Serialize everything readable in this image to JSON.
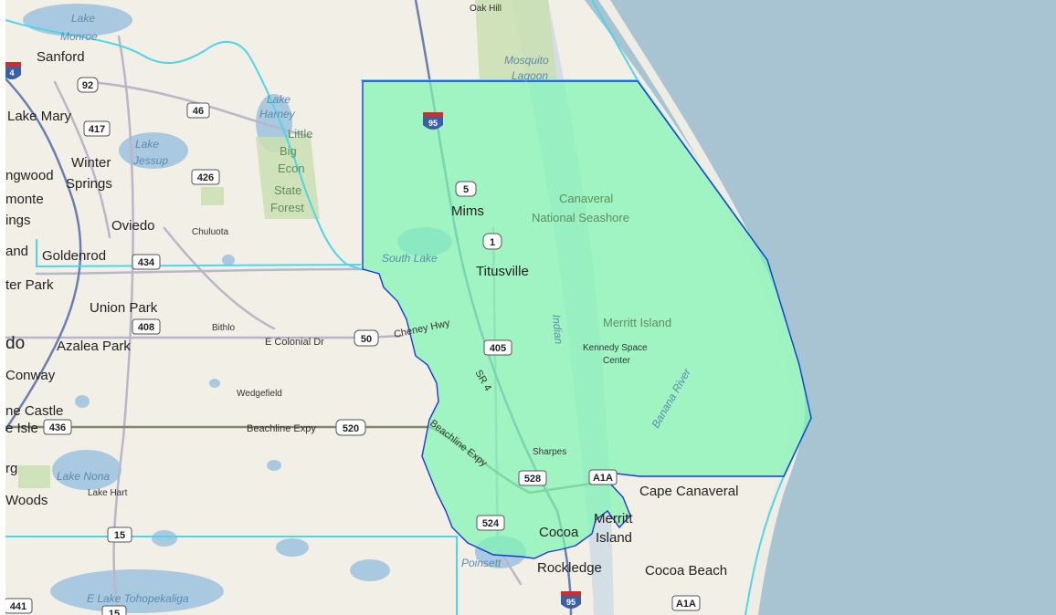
{
  "map": {
    "colors": {
      "land": "#f2efe7",
      "ocean": "#a8c4d3",
      "lake": "#a9c9e0",
      "park": "#c9dfb0",
      "county_line": "#4fd5e8",
      "district_fill": "#7ff5b4",
      "district_border": "#1b39d6",
      "interstate": "#3b5fa6",
      "road": "#b9b6c8"
    },
    "places": [
      {
        "name": "Sanford",
        "key": "sanford"
      },
      {
        "name": "Lake Mary",
        "key": "lake-mary"
      },
      {
        "name": "Winter",
        "key": "winter"
      },
      {
        "name": "Springs",
        "key": "springs"
      },
      {
        "name": "ngwood",
        "key": "longwood"
      },
      {
        "name": "monte",
        "key": "altamonte"
      },
      {
        "name": "ings",
        "key": "ings"
      },
      {
        "name": "Oviedo",
        "key": "oviedo"
      },
      {
        "name": "and",
        "key": "and"
      },
      {
        "name": "Goldenrod",
        "key": "goldenrod"
      },
      {
        "name": "ter Park",
        "key": "winter-park"
      },
      {
        "name": "Union Park",
        "key": "union-park"
      },
      {
        "name": "do",
        "key": "orlando"
      },
      {
        "name": "Azalea Park",
        "key": "azalea-park"
      },
      {
        "name": "Conway",
        "key": "conway"
      },
      {
        "name": "ne Castle",
        "key": "pine-castle"
      },
      {
        "name": "e Isle",
        "key": "belle-isle"
      },
      {
        "name": "rg",
        "key": "rg"
      },
      {
        "name": "Woods",
        "key": "woods"
      },
      {
        "name": "Mims",
        "key": "mims"
      },
      {
        "name": "Titusville",
        "key": "titusville"
      },
      {
        "name": "Cape Canaveral",
        "key": "cape-canaveral"
      },
      {
        "name": "Merritt",
        "key": "merritt"
      },
      {
        "name": "Island",
        "key": "island"
      },
      {
        "name": "Cocoa",
        "key": "cocoa"
      },
      {
        "name": "Rockledge",
        "key": "rockledge"
      },
      {
        "name": "Cocoa Beach",
        "key": "cocoa-beach"
      },
      {
        "name": "Oak Hill",
        "key": "oak-hill"
      }
    ],
    "small_places": [
      {
        "name": "Chuluota",
        "key": "chuluota"
      },
      {
        "name": "Bithlo",
        "key": "bithlo"
      },
      {
        "name": "Wedgefield",
        "key": "wedgefield"
      },
      {
        "name": "Lake Hart",
        "key": "lake-hart"
      },
      {
        "name": "Sharpes",
        "key": "sharpes"
      },
      {
        "name": "Kennedy Space",
        "key": "kennedy-space"
      },
      {
        "name": "Center",
        "key": "center"
      }
    ],
    "water_labels": [
      {
        "name": "Lake",
        "key": "lake-monroe-1"
      },
      {
        "name": "Monroe",
        "key": "lake-monroe-2"
      },
      {
        "name": "Mosquito",
        "key": "mosquito-1"
      },
      {
        "name": "Lagoon",
        "key": "mosquito-2"
      },
      {
        "name": "Lake",
        "key": "lake-harney-1"
      },
      {
        "name": "Harney",
        "key": "lake-harney-2"
      },
      {
        "name": "Lake",
        "key": "lake-jessup-1"
      },
      {
        "name": "Jessup",
        "key": "lake-jessup-2"
      },
      {
        "name": "South Lake",
        "key": "south-lake"
      },
      {
        "name": "Lake Nona",
        "key": "lake-nona"
      },
      {
        "name": "E Lake Tohopekaliga",
        "key": "lake-toho"
      },
      {
        "name": "Poinsett",
        "key": "poinsett"
      },
      {
        "name": "Banana River",
        "key": "banana-river"
      },
      {
        "name": "Indian",
        "key": "indian-river"
      }
    ],
    "park_labels": [
      {
        "name": "Little",
        "key": "lbe-1"
      },
      {
        "name": "Big",
        "key": "lbe-2"
      },
      {
        "name": "Econ",
        "key": "lbe-3"
      },
      {
        "name": "State",
        "key": "lbe-4"
      },
      {
        "name": "Forest",
        "key": "lbe-5"
      },
      {
        "name": "Canaveral",
        "key": "cns-1"
      },
      {
        "name": "National Seashore",
        "key": "cns-2"
      },
      {
        "name": "Merritt Island",
        "key": "mi-nwr"
      }
    ],
    "road_labels": [
      {
        "name": "E Colonial Dr",
        "key": "e-colonial"
      },
      {
        "name": "Beachline Expy",
        "key": "beachline"
      },
      {
        "name": "Beachline Expy",
        "key": "beachline-2"
      },
      {
        "name": "Cheney Hwy",
        "key": "cheney"
      },
      {
        "name": "SR 4",
        "key": "sr4"
      }
    ],
    "shields": [
      {
        "label": "92",
        "key": "92"
      },
      {
        "label": "417",
        "key": "417"
      },
      {
        "label": "46",
        "key": "46"
      },
      {
        "label": "426",
        "key": "426"
      },
      {
        "label": "434",
        "key": "434"
      },
      {
        "label": "408",
        "key": "408"
      },
      {
        "label": "50",
        "key": "50"
      },
      {
        "label": "520",
        "key": "520"
      },
      {
        "label": "436",
        "key": "436"
      },
      {
        "label": "15",
        "key": "15"
      },
      {
        "label": "15",
        "key": "15b"
      },
      {
        "label": "441",
        "key": "441"
      },
      {
        "label": "5",
        "key": "5"
      },
      {
        "label": "1",
        "key": "1"
      },
      {
        "label": "405",
        "key": "405"
      },
      {
        "label": "528",
        "key": "528"
      },
      {
        "label": "A1A",
        "key": "a1a"
      },
      {
        "label": "A1A",
        "key": "a1a-2"
      },
      {
        "label": "524",
        "key": "524"
      }
    ],
    "interstates": [
      {
        "label": "4",
        "key": "i4"
      },
      {
        "label": "95",
        "key": "i95-n"
      },
      {
        "label": "95",
        "key": "i95-s"
      }
    ]
  }
}
